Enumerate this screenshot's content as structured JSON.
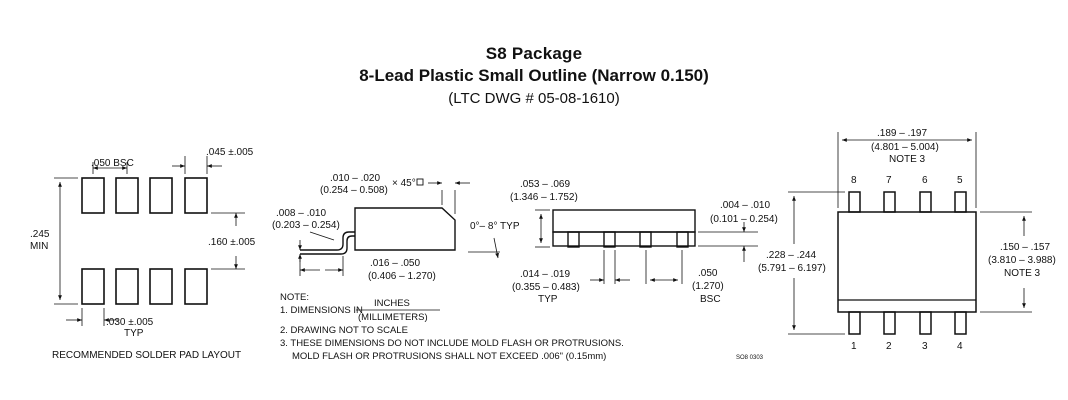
{
  "header": {
    "title": "S8 Package",
    "subtitle": "8-Lead Plastic Small Outline (Narrow 0.150)",
    "drawing_ref": "(LTC DWG # 05-08-1610)"
  },
  "pad_layout": {
    "pitch": ".050 BSC",
    "pad_width_tol": ".045 ±.005",
    "span": ".245",
    "span_min": "MIN",
    "row_gap": ".160 ±.005",
    "pad_len": ".030 ±.005",
    "pad_len_typ": "TYP",
    "caption": "RECOMMENDED SOLDER PAD LAYOUT"
  },
  "side_view": {
    "chamfer_in": ".010 – .020",
    "chamfer_mm": "(0.254 – 0.508)",
    "chamfer_angle": "× 45°",
    "lead_thk_in": ".008 – .010",
    "lead_thk_mm": "(0.203 – 0.254)",
    "angle": "0°– 8° TYP",
    "foot_in": ".016 – .050",
    "foot_mm": "(0.406 – 1.270)"
  },
  "front_view": {
    "height_in": ".053 – .069",
    "height_mm": "(1.346 – 1.752)",
    "standoff_in": ".004 – .010",
    "standoff_mm": "(0.101 – 0.254)",
    "lead_w_in": ".014 – .019",
    "lead_w_mm": "(0.355 – 0.483)",
    "lead_w_typ": "TYP",
    "pitch_in": ".050",
    "pitch_mm": "(1.270)",
    "pitch_bsc": "BSC"
  },
  "top_view": {
    "len_in": ".189 – .197",
    "len_mm": "(4.801 – 5.004)",
    "len_note": "NOTE 3",
    "span_in": ".228 – .244",
    "span_mm": "(5.791 – 6.197)",
    "body_in": ".150 – .157",
    "body_mm": "(3.810 – 3.988)",
    "body_note": "NOTE 3",
    "pins_top": [
      "8",
      "7",
      "6",
      "5"
    ],
    "pins_bottom": [
      "1",
      "2",
      "3",
      "4"
    ]
  },
  "notes": {
    "heading": "NOTE:",
    "n1_prefix": "1. DIMENSIONS IN",
    "n1_num": "INCHES",
    "n1_den": "(MILLIMETERS)",
    "n2": "2. DRAWING NOT TO SCALE",
    "n3a": "3. THESE DIMENSIONS DO NOT INCLUDE MOLD FLASH OR PROTRUSIONS.",
    "n3b": "MOLD FLASH OR PROTRUSIONS SHALL NOT EXCEED .006\" (0.15mm)",
    "code": "SO8 0303"
  }
}
